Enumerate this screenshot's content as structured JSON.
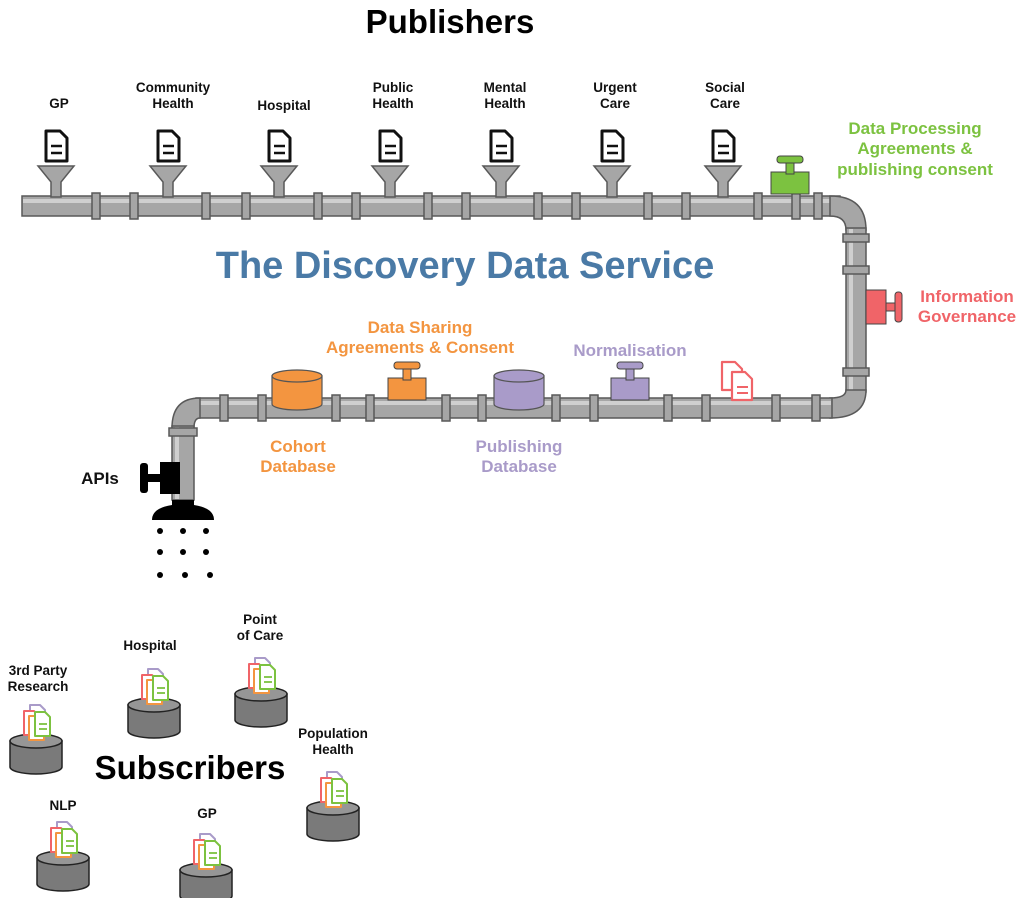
{
  "title": "Publishers",
  "service_title": "The Discovery Data Service",
  "subscribers_title": "Subscribers",
  "publishers": [
    {
      "label": "GP"
    },
    {
      "label": "Community\nHealth"
    },
    {
      "label": "Hospital"
    },
    {
      "label": "Public\nHealth"
    },
    {
      "label": "Mental\nHealth"
    },
    {
      "label": "Urgent\nCare"
    },
    {
      "label": "Social\nCare"
    }
  ],
  "valves": {
    "data_processing": {
      "label": "Data Processing\nAgreements &\npublishing consent",
      "color": "#7cc240"
    },
    "information_governance": {
      "label": "Information\nGovernance",
      "color": "#f06468"
    },
    "data_sharing": {
      "label": "Data Sharing\nAgreements & Consent",
      "color": "#f39540"
    },
    "normalisation": {
      "label": "Normalisation",
      "color": "#a99bc9"
    },
    "apis": {
      "label": "APIs",
      "color": "#000000"
    }
  },
  "databases": {
    "cohort": {
      "label": "Cohort\nDatabase",
      "color": "#f39540"
    },
    "publishing": {
      "label": "Publishing\nDatabase",
      "color": "#a99bc9"
    }
  },
  "subscribers": [
    {
      "label": "3rd Party\nResearch"
    },
    {
      "label": "Hospital"
    },
    {
      "label": "Point\nof Care"
    },
    {
      "label": "Population\nHealth"
    },
    {
      "label": "NLP"
    },
    {
      "label": "GP"
    }
  ],
  "colors": {
    "pipe": "#a6a6a6",
    "pipe_stroke": "#595959",
    "doc_red": "#f06468",
    "doc_orange": "#f39540",
    "doc_purple": "#a99bc9",
    "doc_green": "#7cc240",
    "subscriber_db": "#8c8c8c"
  }
}
